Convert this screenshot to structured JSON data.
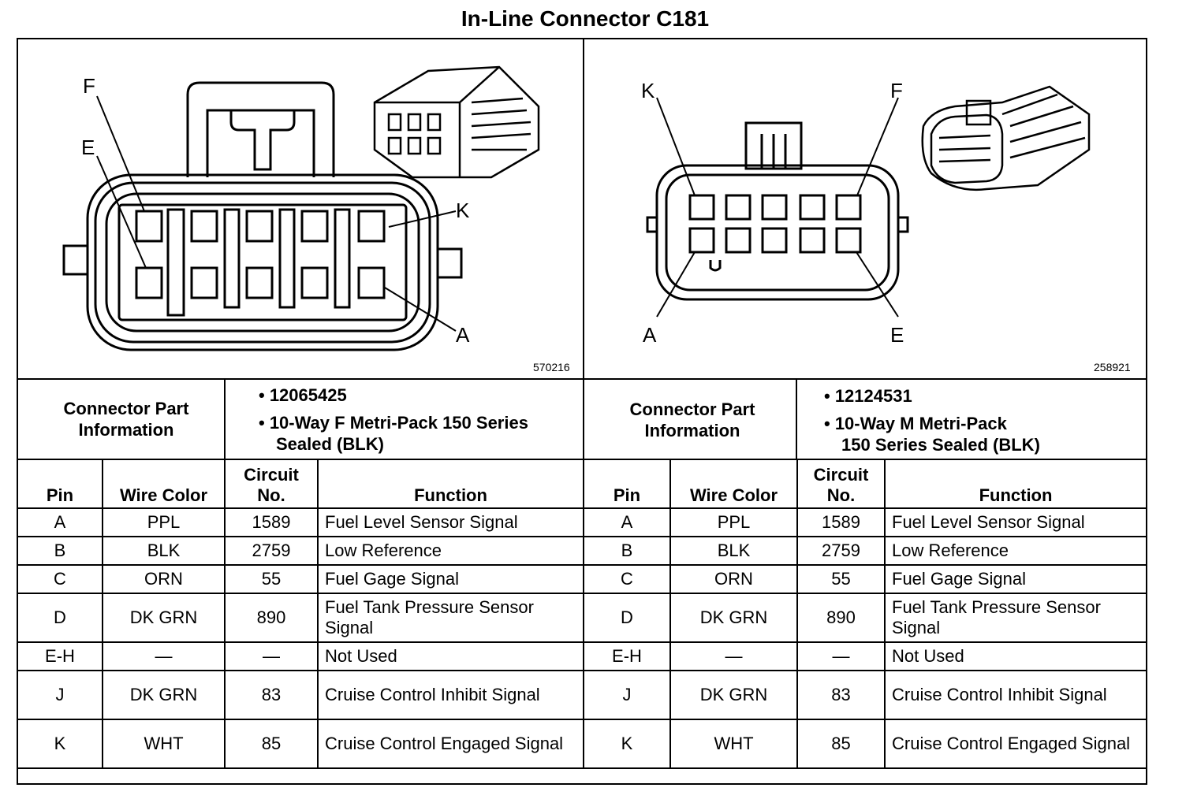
{
  "title": "In-Line Connector C181",
  "left": {
    "figure_id": "570216",
    "pin_labels": {
      "f": "F",
      "e": "E",
      "k": "K",
      "a": "A"
    },
    "info_label": "Connector Part Information",
    "info_lines": [
      "•  12065425",
      "•  10-Way F Metri-Pack 150 Series",
      "Sealed (BLK)"
    ],
    "headers": {
      "pin": "Pin",
      "wire": "Wire Color",
      "circuit": "Circuit No.",
      "function": "Function"
    },
    "rows": [
      {
        "pin": "A",
        "wire": "PPL",
        "circuit": "1589",
        "function": "Fuel Level Sensor Signal"
      },
      {
        "pin": "B",
        "wire": "BLK",
        "circuit": "2759",
        "function": "Low Reference"
      },
      {
        "pin": "C",
        "wire": "ORN",
        "circuit": "55",
        "function": "Fuel Gage Signal"
      },
      {
        "pin": "D",
        "wire": "DK GRN",
        "circuit": "890",
        "function": "Fuel Tank Pressure Sensor Signal"
      },
      {
        "pin": "E-H",
        "wire": "—",
        "circuit": "—",
        "function": "Not Used"
      },
      {
        "pin": "J",
        "wire": "DK GRN",
        "circuit": "83",
        "function": "Cruise Control Inhibit Signal"
      },
      {
        "pin": "K",
        "wire": "WHT",
        "circuit": "85",
        "function": "Cruise Control Engaged Signal"
      }
    ]
  },
  "right": {
    "figure_id": "258921",
    "pin_labels": {
      "k": "K",
      "f": "F",
      "a": "A",
      "e": "E"
    },
    "info_label": "Connector Part Information",
    "info_lines": [
      "•  12124531",
      "•  10-Way M Metri-Pack",
      "150 Series Sealed (BLK)"
    ],
    "headers": {
      "pin": "Pin",
      "wire": "Wire Color",
      "circuit": "Circuit No.",
      "function": "Function"
    },
    "rows": [
      {
        "pin": "A",
        "wire": "PPL",
        "circuit": "1589",
        "function": "Fuel Level Sensor Signal"
      },
      {
        "pin": "B",
        "wire": "BLK",
        "circuit": "2759",
        "function": "Low Reference"
      },
      {
        "pin": "C",
        "wire": "ORN",
        "circuit": "55",
        "function": "Fuel Gage Signal"
      },
      {
        "pin": "D",
        "wire": "DK GRN",
        "circuit": "890",
        "function": "Fuel Tank Pressure Sensor Signal"
      },
      {
        "pin": "E-H",
        "wire": "—",
        "circuit": "—",
        "function": "Not Used"
      },
      {
        "pin": "J",
        "wire": "DK GRN",
        "circuit": "83",
        "function": "Cruise Control Inhibit Signal"
      },
      {
        "pin": "K",
        "wire": "WHT",
        "circuit": "85",
        "function": "Cruise Control Engaged Signal"
      }
    ]
  }
}
